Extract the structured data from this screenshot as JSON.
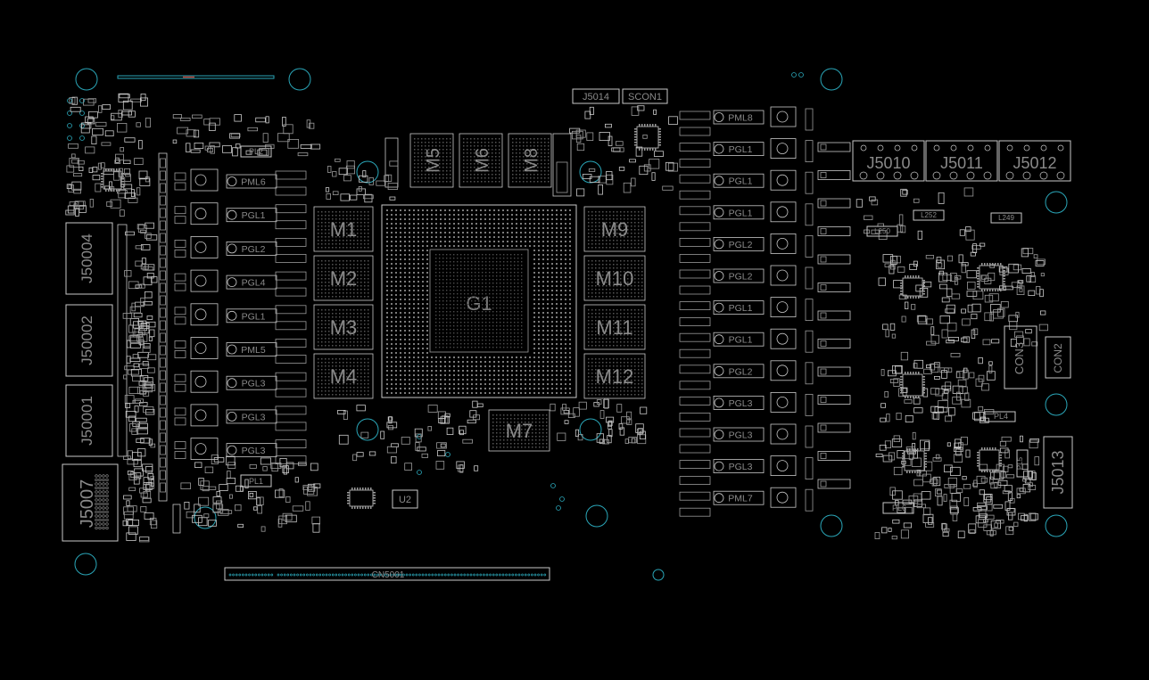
{
  "colors": {
    "background": "#000000",
    "outline": "#c8c8c8",
    "pad": "#9a9a9a",
    "label": "#8a8a8a",
    "hole": "#2aa6b8",
    "edge_accent": "#c0392b"
  },
  "gpu": {
    "label": "G1"
  },
  "memory_left": [
    "M1",
    "M2",
    "M3",
    "M4"
  ],
  "memory_right": [
    "M9",
    "M10",
    "M11",
    "M12"
  ],
  "memory_top": [
    "M5",
    "M6",
    "M8"
  ],
  "memory_bottom": "M7",
  "connectors_left": [
    "J50004",
    "J50002",
    "J50001",
    "J5007"
  ],
  "connectors_top_right": [
    "J5010",
    "J5011",
    "J5012"
  ],
  "connector_right": "J5013",
  "header_labels": [
    "J5014",
    "SCON1"
  ],
  "pcie_label": "CN5001",
  "left_inductors": [
    "PML6",
    "PGL1",
    "PGL2",
    "PGL4",
    "PGL1",
    "PML5",
    "PGL3",
    "PGL3",
    "PGL3"
  ],
  "right_inductors": [
    "PML8",
    "PGL1",
    "PGL1",
    "PGL1",
    "PGL2",
    "PGL2",
    "PGL1",
    "PGL1",
    "PGL2",
    "PGL3",
    "PGL3",
    "PGL3",
    "PML7"
  ],
  "small_labels": {
    "pl2": "PL2",
    "pl1": "PL1",
    "u2": "U2",
    "l252": "L252",
    "l249": "L249",
    "l250": "L250",
    "con2": "CON2",
    "pl4": "PL4",
    "pl6": "PL6",
    "pl5": "PL5",
    "con3": "CON3"
  }
}
